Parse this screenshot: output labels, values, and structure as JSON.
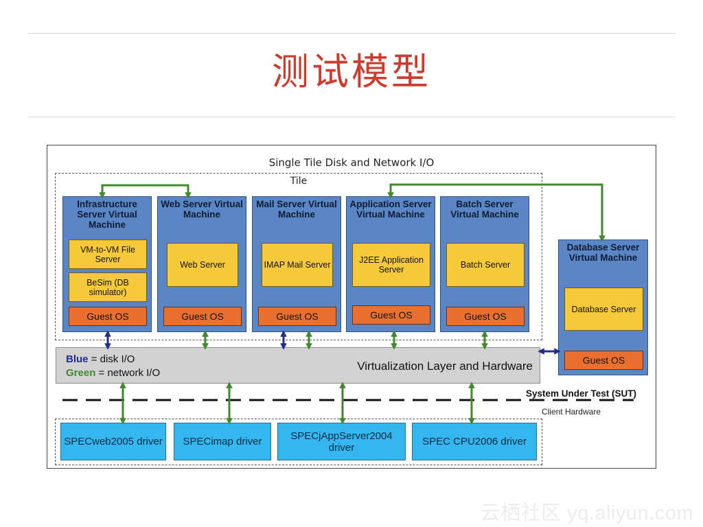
{
  "slide": {
    "title": "测试模型"
  },
  "diagram": {
    "title": "Single Tile Disk and Network I/O",
    "tile_label": "Tile",
    "vms": [
      {
        "title": "Infrastructure Server Virtual Machine",
        "apps": [
          "VM-to-VM File Server",
          "BeSim (DB simulator)"
        ],
        "os": "Guest OS"
      },
      {
        "title": "Web Server Virtual Machine",
        "apps": [
          "Web Server"
        ],
        "os": "Guest OS"
      },
      {
        "title": "Mail Server Virtual Machine",
        "apps": [
          "IMAP Mail Server"
        ],
        "os": "Guest OS"
      },
      {
        "title": "Application Server Virtual Machine",
        "apps": [
          "J2EE Application Server"
        ],
        "os": "Guest OS"
      },
      {
        "title": "Batch Server Virtual Machine",
        "apps": [
          "Batch Server"
        ],
        "os": "Guest OS"
      },
      {
        "title": "Database Server Virtual Machine",
        "apps": [
          "Database Server"
        ],
        "os": "Guest OS"
      }
    ],
    "layer": {
      "label": "Virtualization Layer and Hardware",
      "legend": [
        {
          "term": "Blue",
          "rest": " = disk I/O"
        },
        {
          "term": "Green",
          "rest": " = network I/O"
        }
      ]
    },
    "sut_label": "System Under Test (SUT)",
    "client_label": "Client Hardware",
    "drivers": [
      "SPECweb2005 driver",
      "SPECimap driver",
      "SPECjAppServer2004 driver",
      "SPEC CPU2006 driver"
    ],
    "colors": {
      "vm": "#5b86c6",
      "app": "#f5c93a",
      "os": "#ea7030",
      "layer": "#d2d2d2",
      "driver": "#33b7ee",
      "disk_io": "#1f2f8f",
      "network_io": "#3e8a2c"
    }
  },
  "watermark": "云栖社区 yq.aliyun.com"
}
